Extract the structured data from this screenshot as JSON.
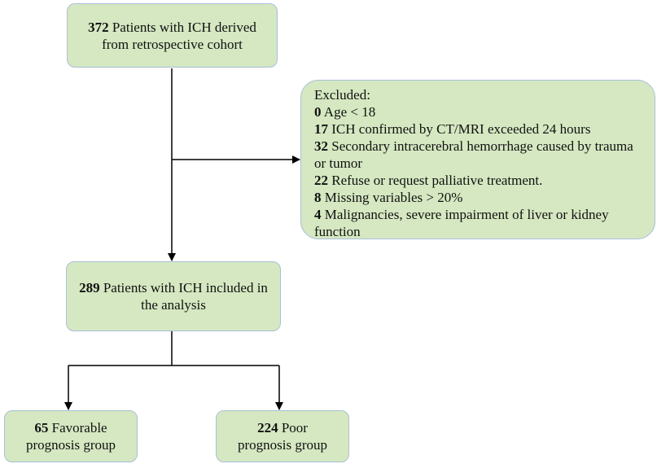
{
  "cohort": {
    "count": "372",
    "text_line1": " Patients with ICH derived",
    "text_line2": "from retrospective cohort"
  },
  "excluded": {
    "heading": "Excluded:",
    "items": [
      {
        "count": "0",
        "text": " Age < 18"
      },
      {
        "count": "17",
        "text": " ICH confirmed by CT/MRI exceeded 24 hours"
      },
      {
        "count": "32",
        "text": " Secondary intracerebral hemorrhage caused by trauma",
        "text_cont": "or tumor"
      },
      {
        "count": "22",
        "text": " Refuse or request palliative treatment."
      },
      {
        "count": "8",
        "text": " Missing variables > 20%"
      },
      {
        "count": "4",
        "text": " Malignancies, severe impairment of liver or kidney",
        "text_cont": "function"
      }
    ]
  },
  "included": {
    "count": "289",
    "text_line1": " Patients with ICH included in",
    "text_line2": "the analysis"
  },
  "favorable": {
    "count": "65",
    "text_line1": " Favorable",
    "text_line2": "prognosis group"
  },
  "poor": {
    "count": "224",
    "text_line1": " Poor",
    "text_line2": "prognosis group"
  }
}
